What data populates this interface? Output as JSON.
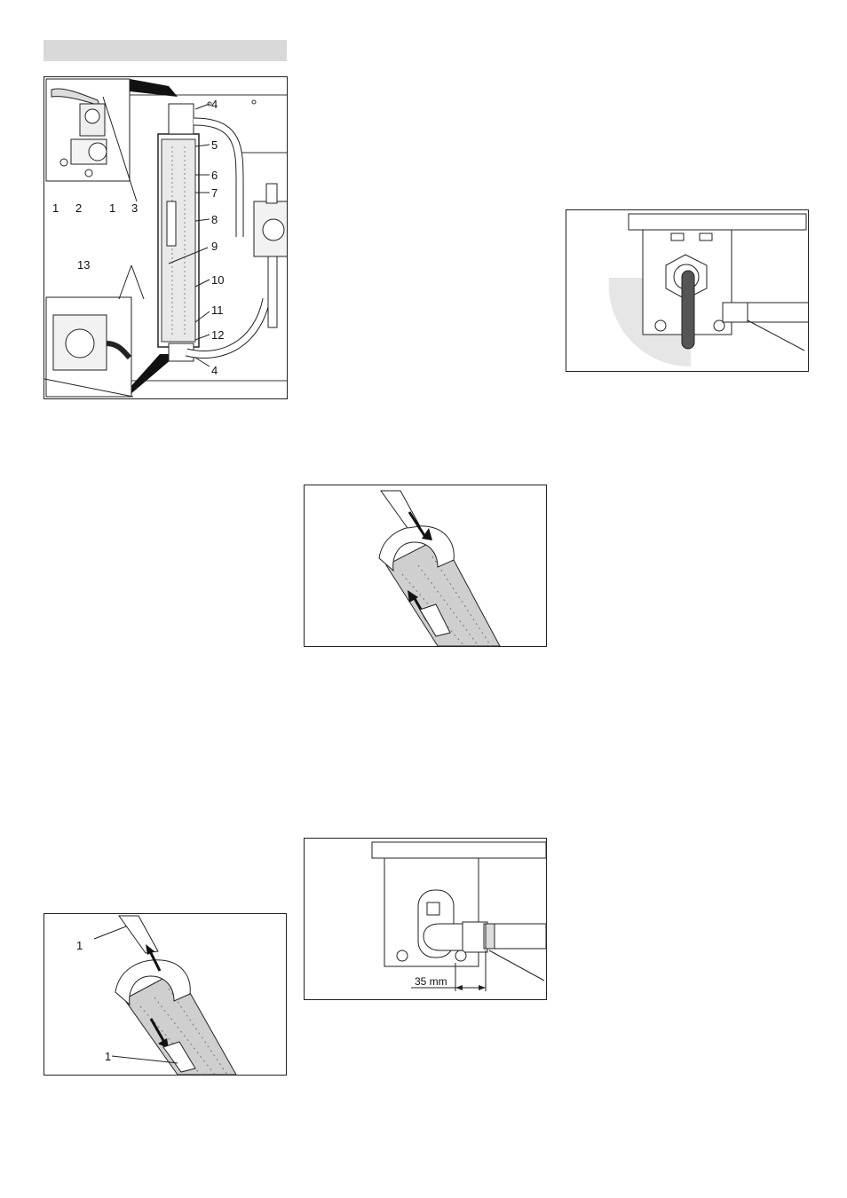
{
  "figure_main": {
    "callouts": {
      "c4_top": "4",
      "c5": "5",
      "c6": "6",
      "c7": "7",
      "c8": "8",
      "c9": "9",
      "c10": "10",
      "c11": "11",
      "c12": "12",
      "c4_bottom": "4"
    },
    "inset_top": {
      "c1a": "1",
      "c2": "2",
      "c1b": "1",
      "c3": "3"
    },
    "inset_bottom": {
      "c13": "13"
    }
  },
  "figure_filter_remove": {
    "callout_top": "1",
    "callout_bottom": "1"
  },
  "figure_clamp": {
    "dimension": "35 mm"
  }
}
